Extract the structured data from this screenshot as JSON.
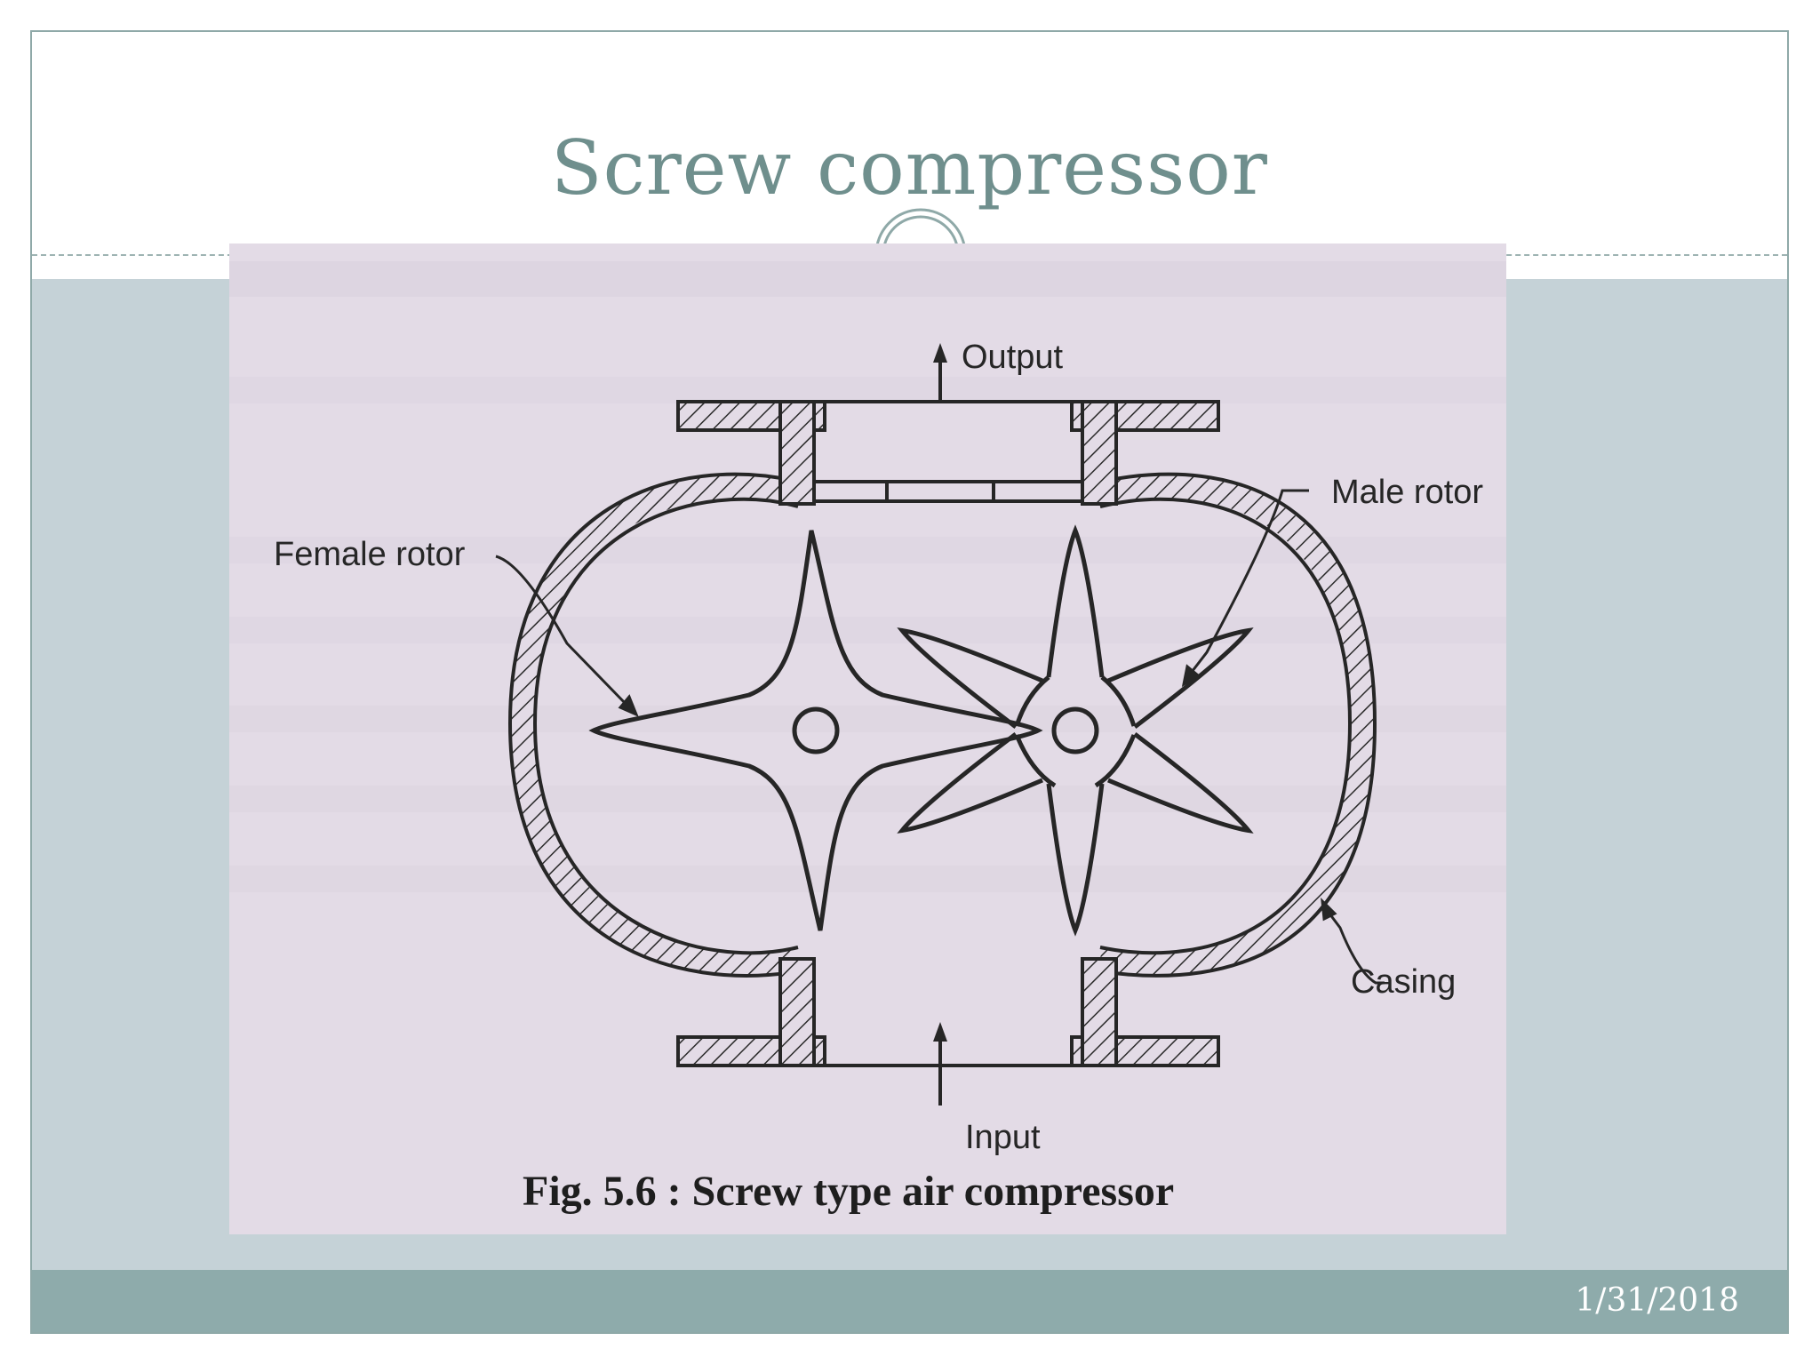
{
  "slide": {
    "title": "Screw compressor",
    "date": "1/31/2018"
  },
  "figure": {
    "labels": {
      "output": "Output",
      "input": "Input",
      "female_rotor": "Female rotor",
      "male_rotor": "Male rotor",
      "casing": "Casing"
    },
    "caption": "Fig. 5.6 : Screw type air compressor"
  },
  "colors": {
    "title": "#6f8f8d",
    "content_background": "#c5d2d7",
    "footer": "#8eabab",
    "frame_border": "#8fa9a8",
    "figure_background": "#e3dbe6",
    "line_art": "#262626"
  }
}
